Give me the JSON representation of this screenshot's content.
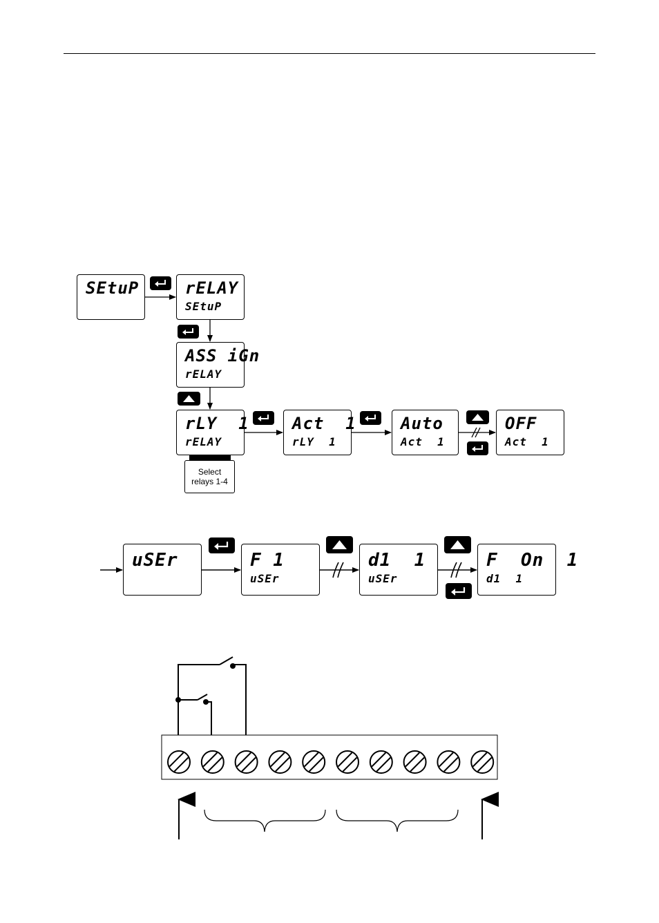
{
  "flow1": {
    "setup": {
      "line1": "SEtuP",
      "line2": ""
    },
    "relay_setup": {
      "line1": "rELAY",
      "line2": "SEtuP"
    },
    "assign": {
      "line1": "ASS iGn",
      "line2": "rELAY"
    },
    "rly1": {
      "line1": "rLY  1",
      "line2": "rELAY"
    },
    "act1": {
      "line1": "Act  1",
      "line2": "rLY  1"
    },
    "auto": {
      "line1": "Auto",
      "line2": "Act  1"
    },
    "off": {
      "line1": "OFF",
      "line2": "Act  1"
    },
    "select_note": {
      "line1": "Select",
      "line2": "relays 1-4"
    }
  },
  "flow2": {
    "user": {
      "line1": "uSEr",
      "line2": ""
    },
    "f1": {
      "line1": "F 1",
      "line2": "uSEr"
    },
    "di1": {
      "line1": "d1  1",
      "line2": "uSEr"
    },
    "fon1": {
      "line1": "F  On  1",
      "line2": "d1  1"
    }
  },
  "terminal_block": {
    "terminal_count": 10
  },
  "icons": {
    "enter_key": "enter-key-icon",
    "up_key": "up-arrow-key-icon"
  }
}
